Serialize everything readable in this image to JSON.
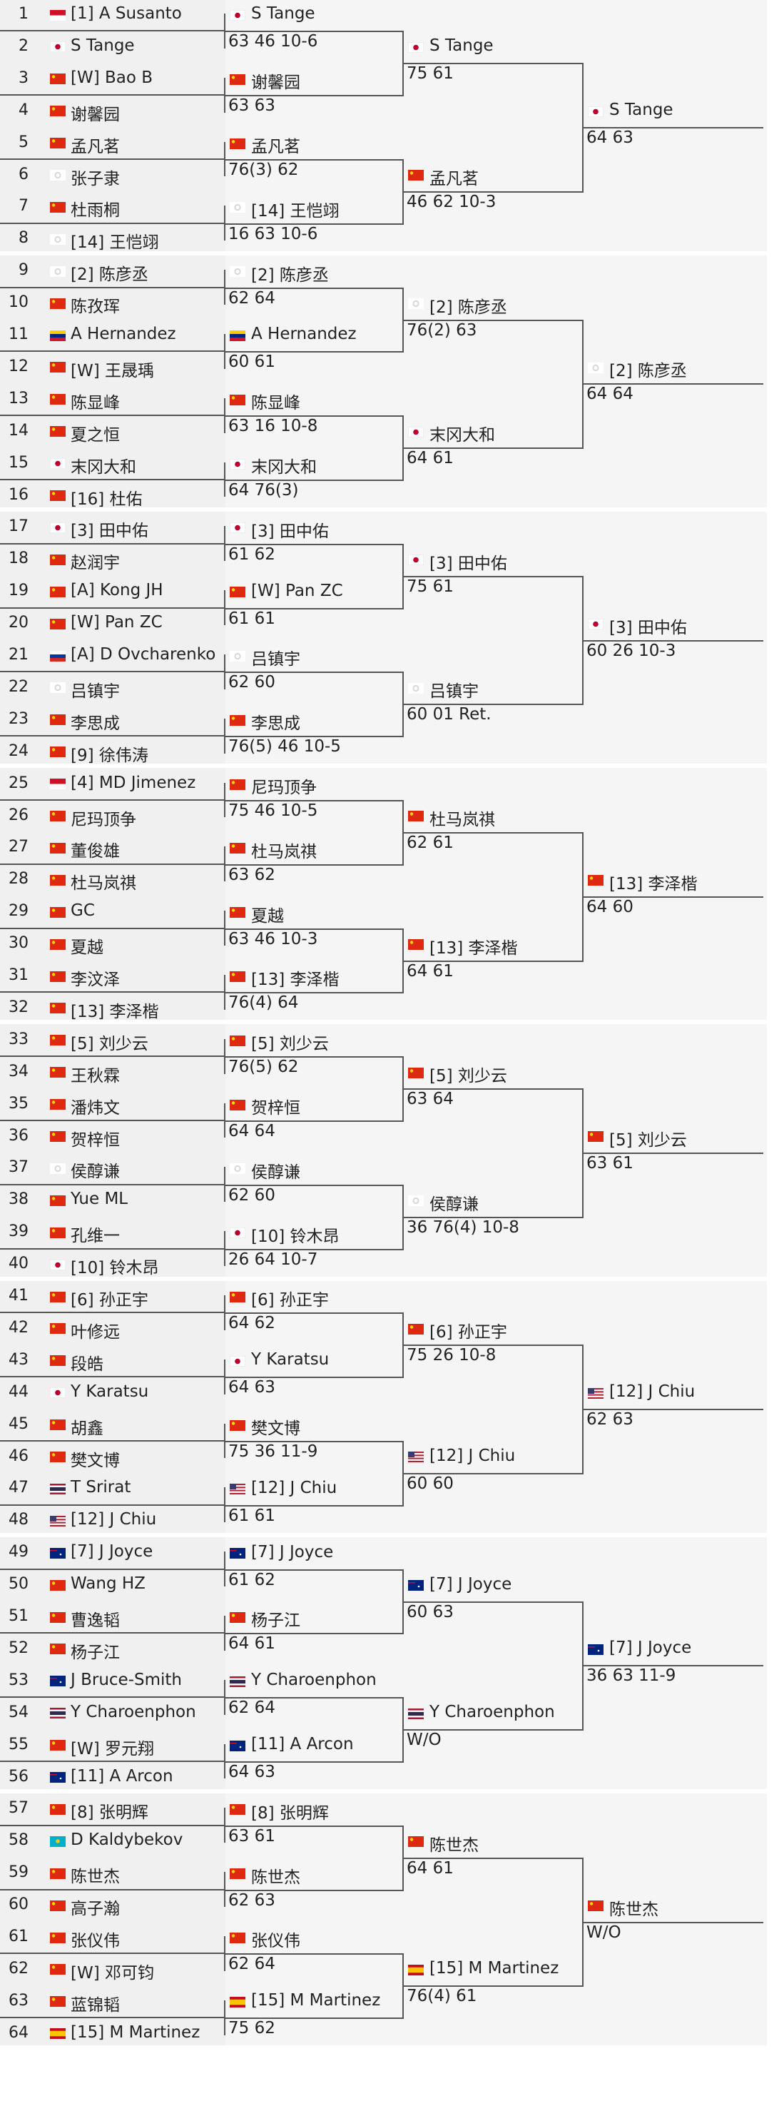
{
  "draw": [
    {
      "n": 1,
      "entry": "[1] A Susanto",
      "flag": "id"
    },
    {
      "n": 2,
      "entry": "S Tange",
      "flag": "jp"
    },
    {
      "n": 3,
      "entry": "[W] Bao B",
      "flag": "cn"
    },
    {
      "n": 4,
      "entry": "谢馨园",
      "flag": "cn"
    },
    {
      "n": 5,
      "entry": "孟凡茗",
      "flag": "cn"
    },
    {
      "n": 6,
      "entry": "张子隶",
      "flag": "tw"
    },
    {
      "n": 7,
      "entry": "杜雨桐",
      "flag": "cn"
    },
    {
      "n": 8,
      "entry": "[14] 王恺翊",
      "flag": "tw"
    },
    {
      "n": 9,
      "entry": "[2] 陈彦丞",
      "flag": "tw"
    },
    {
      "n": 10,
      "entry": "陈孜珲",
      "flag": "cn"
    },
    {
      "n": 11,
      "entry": "A Hernandez",
      "flag": "ve"
    },
    {
      "n": 12,
      "entry": "[W] 王晟瑀",
      "flag": "cn"
    },
    {
      "n": 13,
      "entry": "陈显峰",
      "flag": "cn"
    },
    {
      "n": 14,
      "entry": "夏之恒",
      "flag": "cn"
    },
    {
      "n": 15,
      "entry": "末冈大和",
      "flag": "jp"
    },
    {
      "n": 16,
      "entry": "[16] 杜佑",
      "flag": "cn"
    },
    {
      "n": 17,
      "entry": "[3] 田中佑",
      "flag": "jp"
    },
    {
      "n": 18,
      "entry": "赵润宇",
      "flag": "cn"
    },
    {
      "n": 19,
      "entry": "[A] Kong JH",
      "flag": "cn"
    },
    {
      "n": 20,
      "entry": "[W] Pan ZC",
      "flag": "cn"
    },
    {
      "n": 21,
      "entry": "[A] D Ovcharenko",
      "flag": "ru"
    },
    {
      "n": 22,
      "entry": "吕镇宇",
      "flag": "tw"
    },
    {
      "n": 23,
      "entry": "李思成",
      "flag": "cn"
    },
    {
      "n": 24,
      "entry": "[9] 徐伟涛",
      "flag": "cn"
    },
    {
      "n": 25,
      "entry": "[4] MD Jimenez",
      "flag": "id"
    },
    {
      "n": 26,
      "entry": "尼玛顶争",
      "flag": "cn"
    },
    {
      "n": 27,
      "entry": "董俊雄",
      "flag": "cn"
    },
    {
      "n": 28,
      "entry": "杜马岚祺",
      "flag": "cn"
    },
    {
      "n": 29,
      "entry": "GC",
      "flag": "cn"
    },
    {
      "n": 30,
      "entry": "夏越",
      "flag": "cn"
    },
    {
      "n": 31,
      "entry": "李汶泽",
      "flag": "cn"
    },
    {
      "n": 32,
      "entry": "[13] 李泽楷",
      "flag": "cn"
    },
    {
      "n": 33,
      "entry": "[5] 刘少云",
      "flag": "cn"
    },
    {
      "n": 34,
      "entry": "王秋霖",
      "flag": "cn"
    },
    {
      "n": 35,
      "entry": "潘炜文",
      "flag": "cn"
    },
    {
      "n": 36,
      "entry": "贺梓恒",
      "flag": "cn"
    },
    {
      "n": 37,
      "entry": "侯醇谦",
      "flag": "tw"
    },
    {
      "n": 38,
      "entry": "Yue ML",
      "flag": "cn"
    },
    {
      "n": 39,
      "entry": "孔维一",
      "flag": "cn"
    },
    {
      "n": 40,
      "entry": "[10] 铃木昂",
      "flag": "jp"
    },
    {
      "n": 41,
      "entry": "[6] 孙正宇",
      "flag": "cn"
    },
    {
      "n": 42,
      "entry": "叶修远",
      "flag": "cn"
    },
    {
      "n": 43,
      "entry": "段皓",
      "flag": "cn"
    },
    {
      "n": 44,
      "entry": "Y Karatsu",
      "flag": "jp"
    },
    {
      "n": 45,
      "entry": "胡鑫",
      "flag": "cn"
    },
    {
      "n": 46,
      "entry": "樊文博",
      "flag": "cn"
    },
    {
      "n": 47,
      "entry": "T Srirat",
      "flag": "th"
    },
    {
      "n": 48,
      "entry": "[12] J Chiu",
      "flag": "us"
    },
    {
      "n": 49,
      "entry": "[7] J Joyce",
      "flag": "au"
    },
    {
      "n": 50,
      "entry": "Wang HZ",
      "flag": "cn"
    },
    {
      "n": 51,
      "entry": "曹逸韬",
      "flag": "cn"
    },
    {
      "n": 52,
      "entry": "杨子江",
      "flag": "cn"
    },
    {
      "n": 53,
      "entry": "J Bruce-Smith",
      "flag": "au"
    },
    {
      "n": 54,
      "entry": "Y Charoenphon",
      "flag": "th"
    },
    {
      "n": 55,
      "entry": "[W] 罗元翔",
      "flag": "cn"
    },
    {
      "n": 56,
      "entry": "[11] A Arcon",
      "flag": "au"
    },
    {
      "n": 57,
      "entry": "[8] 张明辉",
      "flag": "cn"
    },
    {
      "n": 58,
      "entry": "D Kaldybekov",
      "flag": "kz"
    },
    {
      "n": 59,
      "entry": "陈世杰",
      "flag": "cn"
    },
    {
      "n": 60,
      "entry": "高子瀚",
      "flag": "cn"
    },
    {
      "n": 61,
      "entry": "张仪伟",
      "flag": "cn"
    },
    {
      "n": 62,
      "entry": "[W] 邓可钧",
      "flag": "cn"
    },
    {
      "n": 63,
      "entry": "蓝锦韬",
      "flag": "cn"
    },
    {
      "n": 64,
      "entry": "[15] M Martinez",
      "flag": "es"
    }
  ],
  "round2": [
    {
      "entry": "S Tange",
      "flag": "jp",
      "score": "63 46 10-6"
    },
    {
      "entry": "谢馨园",
      "flag": "cn",
      "score": "63 63"
    },
    {
      "entry": "孟凡茗",
      "flag": "cn",
      "score": "76(3) 62"
    },
    {
      "entry": "[14] 王恺翊",
      "flag": "tw",
      "score": "16 63 10-6"
    },
    {
      "entry": "[2] 陈彦丞",
      "flag": "tw",
      "score": "62 64"
    },
    {
      "entry": "A Hernandez",
      "flag": "ve",
      "score": "60 61"
    },
    {
      "entry": "陈显峰",
      "flag": "cn",
      "score": "63 16 10-8"
    },
    {
      "entry": "末冈大和",
      "flag": "jp",
      "score": "64 76(3)"
    },
    {
      "entry": "[3] 田中佑",
      "flag": "jp",
      "score": "61 62"
    },
    {
      "entry": "[W] Pan ZC",
      "flag": "cn",
      "score": "61 61"
    },
    {
      "entry": "吕镇宇",
      "flag": "tw",
      "score": "62 60"
    },
    {
      "entry": "李思成",
      "flag": "cn",
      "score": "76(5) 46 10-5"
    },
    {
      "entry": "尼玛顶争",
      "flag": "cn",
      "score": "75 46 10-5"
    },
    {
      "entry": "杜马岚祺",
      "flag": "cn",
      "score": "63 62"
    },
    {
      "entry": "夏越",
      "flag": "cn",
      "score": "63 46 10-3"
    },
    {
      "entry": "[13] 李泽楷",
      "flag": "cn",
      "score": "76(4) 64"
    },
    {
      "entry": "[5] 刘少云",
      "flag": "cn",
      "score": "76(5) 62"
    },
    {
      "entry": "贺梓恒",
      "flag": "cn",
      "score": "64 64"
    },
    {
      "entry": "侯醇谦",
      "flag": "tw",
      "score": "62 60"
    },
    {
      "entry": "[10] 铃木昂",
      "flag": "jp",
      "score": "26 64 10-7"
    },
    {
      "entry": "[6] 孙正宇",
      "flag": "cn",
      "score": "64 62"
    },
    {
      "entry": "Y Karatsu",
      "flag": "jp",
      "score": "64 63"
    },
    {
      "entry": "樊文博",
      "flag": "cn",
      "score": "75 36 11-9"
    },
    {
      "entry": "[12] J Chiu",
      "flag": "us",
      "score": "61 61"
    },
    {
      "entry": "[7] J Joyce",
      "flag": "au",
      "score": "61 62"
    },
    {
      "entry": "杨子江",
      "flag": "cn",
      "score": "64 61"
    },
    {
      "entry": "Y Charoenphon",
      "flag": "th",
      "score": "62 64"
    },
    {
      "entry": "[11] A Arcon",
      "flag": "au",
      "score": "64 63"
    },
    {
      "entry": "[8] 张明辉",
      "flag": "cn",
      "score": "63 61"
    },
    {
      "entry": "陈世杰",
      "flag": "cn",
      "score": "62 63"
    },
    {
      "entry": "张仪伟",
      "flag": "cn",
      "score": "62 64"
    },
    {
      "entry": "[15] M Martinez",
      "flag": "es",
      "score": "75 62"
    }
  ],
  "round3": [
    {
      "entry": "S Tange",
      "flag": "jp",
      "score": "75 61"
    },
    {
      "entry": "孟凡茗",
      "flag": "cn",
      "score": "46 62 10-3"
    },
    {
      "entry": "[2] 陈彦丞",
      "flag": "tw",
      "score": "76(2) 63"
    },
    {
      "entry": "末冈大和",
      "flag": "jp",
      "score": "64 61"
    },
    {
      "entry": "[3] 田中佑",
      "flag": "jp",
      "score": "75 61"
    },
    {
      "entry": "吕镇宇",
      "flag": "tw",
      "score": "60 01 Ret."
    },
    {
      "entry": "杜马岚祺",
      "flag": "cn",
      "score": "62 61"
    },
    {
      "entry": "[13] 李泽楷",
      "flag": "cn",
      "score": "64 61"
    },
    {
      "entry": "[5] 刘少云",
      "flag": "cn",
      "score": "63 64"
    },
    {
      "entry": "侯醇谦",
      "flag": "tw",
      "score": "36 76(4) 10-8"
    },
    {
      "entry": "[6] 孙正宇",
      "flag": "cn",
      "score": "75 26 10-8"
    },
    {
      "entry": "[12] J Chiu",
      "flag": "us",
      "score": "60 60"
    },
    {
      "entry": "[7] J Joyce",
      "flag": "au",
      "score": "60 63"
    },
    {
      "entry": "Y Charoenphon",
      "flag": "th",
      "score": "W/O"
    },
    {
      "entry": "陈世杰",
      "flag": "cn",
      "score": "64 61"
    },
    {
      "entry": "[15] M Martinez",
      "flag": "es",
      "score": "76(4) 61"
    }
  ],
  "round4": [
    {
      "entry": "S Tange",
      "flag": "jp",
      "score": "64 63"
    },
    {
      "entry": "[2] 陈彦丞",
      "flag": "tw",
      "score": "64 64"
    },
    {
      "entry": "[3] 田中佑",
      "flag": "jp",
      "score": "60 26 10-3"
    },
    {
      "entry": "[13] 李泽楷",
      "flag": "cn",
      "score": "64 60"
    },
    {
      "entry": "[5] 刘少云",
      "flag": "cn",
      "score": "63 61"
    },
    {
      "entry": "[12] J Chiu",
      "flag": "us",
      "score": "62 63"
    },
    {
      "entry": "[7] J Joyce",
      "flag": "au",
      "score": "36 63 11-9"
    },
    {
      "entry": "陈世杰",
      "flag": "cn",
      "score": "W/O"
    }
  ],
  "flag_colors": {
    "cn": "#de2910",
    "jp": "#bc002d",
    "id": "#ce1126",
    "tw": "#000095",
    "ve": "#ffcc00",
    "ru": "#0039a6",
    "th": "#2d2a4a",
    "us": "#3c3b6e",
    "au": "#00247d",
    "kz": "#00afca",
    "es": "#c60b1e"
  }
}
